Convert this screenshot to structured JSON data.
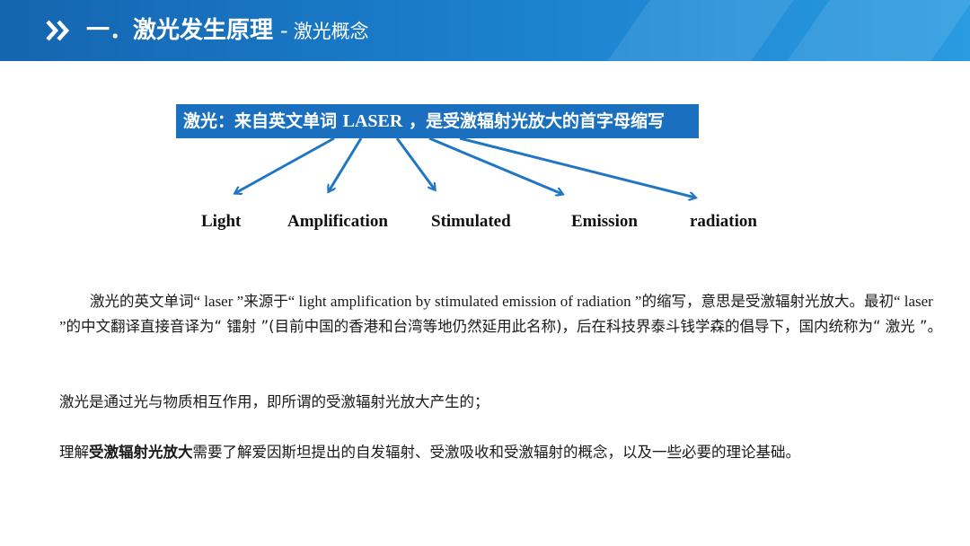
{
  "header": {
    "title_main": "一．激光发生原理",
    "title_separator": "-",
    "title_sub": "激光概念",
    "gradient": [
      "#1565b0",
      "#2a9be0"
    ]
  },
  "banner": {
    "prefix": "激光：来自英文单词 ",
    "term": "LASER",
    "suffix": " ，是受激辐射光放大的首字母缩写",
    "color": "#1a70bf"
  },
  "words": [
    "Light",
    "Amplification",
    "Stimulated",
    "Emission",
    "radiation"
  ],
  "arrow_color": "#1f77c4",
  "paragraph1": {
    "p1": "激光的英文单词",
    "q1": "“ laser ”",
    "p2": "来源于",
    "q2": "“ light amplification by stimulated emission of radiation ”",
    "p3": "的缩写，意思是受激辐射光放大。最初",
    "q3": "“ laser ”",
    "p4": "的中文翻译直接音译为",
    "q4": "“ 镭射 ”",
    "p5": "(目前中国的香港和台湾等地仍然延用此名称)，后在科技界泰斗钱学森的倡导下，国内统称为",
    "q5": "“ 激光 ”",
    "p6": "。"
  },
  "paragraph2": "激光是通过光与物质相互作用，即所谓的受激辐射光放大产生的；",
  "paragraph3": {
    "pre": "理解",
    "bold": "受激辐射光放大",
    "post": "需要了解爱因斯坦提出的自发辐射、受激吸收和受激辐射的概念，以及一些必要的理论基础。"
  }
}
